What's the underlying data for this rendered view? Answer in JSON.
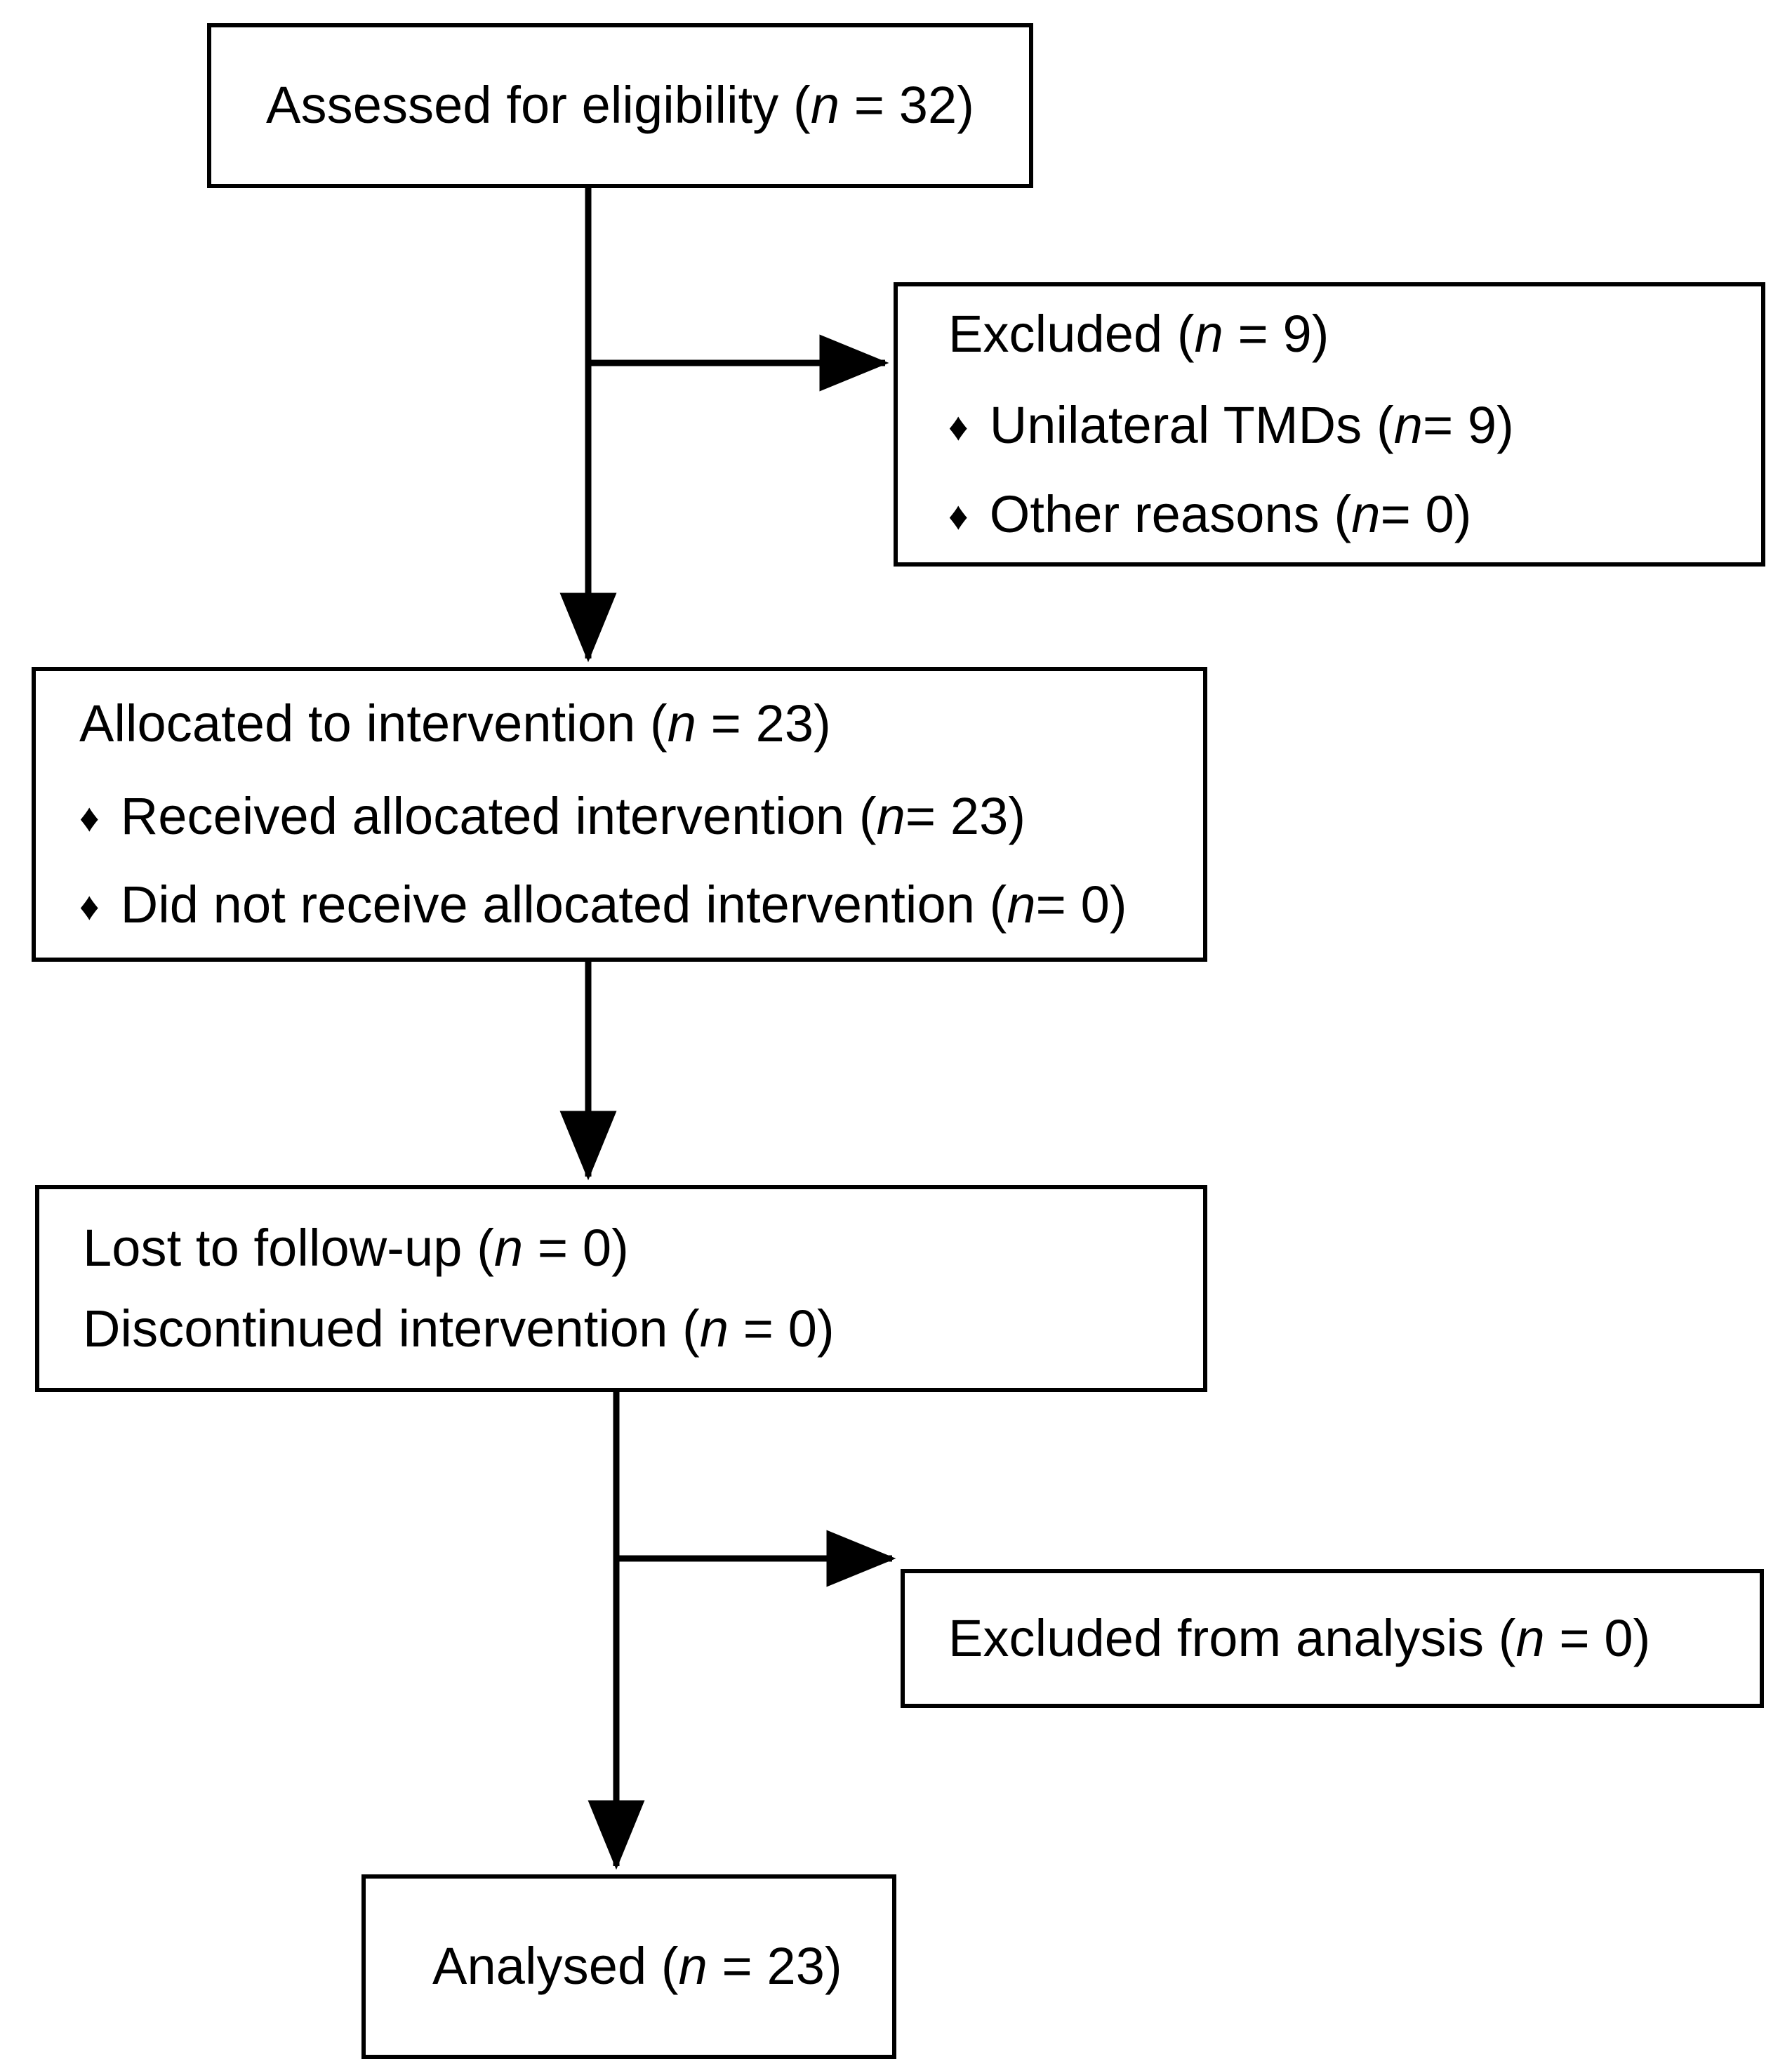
{
  "diagram": {
    "type": "consort-flow-diagram",
    "title": "CONSORT participant flow",
    "stroke_color": "#000000",
    "background_color": "#ffffff",
    "bullet_glyph": "♦",
    "nodes": {
      "assessed": {
        "head": "Assessed for eligibility (",
        "head_italic": "n",
        "head_tail": " = 32)",
        "full_text": "Assessed for eligibility (n = 32)"
      },
      "excluded": {
        "head": "Excluded  (",
        "head_italic": "n",
        "head_tail": " = 9)",
        "full_text": "Excluded  (n = 9)",
        "bullets": [
          {
            "text": "Unilateral TMDs (",
            "italic": "n",
            "tail": " = 9)",
            "full_text": "Unilateral TMDs (n = 9)"
          },
          {
            "text": "Other reasons (",
            "italic": "n",
            "tail": " = 0)",
            "full_text": "Other reasons (n = 0)"
          }
        ]
      },
      "allocated": {
        "head": "Allocated to intervention (",
        "head_italic": "n",
        "head_tail": " = 23)",
        "full_text": "Allocated to intervention (n = 23)",
        "bullets": [
          {
            "text": "Received allocated intervention (",
            "italic": "n",
            "tail": " = 23)",
            "full_text": "Received allocated intervention (n = 23)"
          },
          {
            "text": "Did not receive allocated intervention (",
            "italic": "n",
            "tail": " = 0)",
            "full_text": "Did not receive allocated intervention (n = 0)"
          }
        ]
      },
      "followup": {
        "lines": [
          {
            "text": "Lost to follow-up (",
            "italic": "n",
            "tail": " = 0)",
            "full_text": "Lost to follow-up (n = 0)"
          },
          {
            "text": "Discontinued intervention (",
            "italic": "n",
            "tail": " = 0)",
            "full_text": "Discontinued intervention (n = 0)"
          }
        ]
      },
      "excluded_from_analysis": {
        "head": "Excluded from analysis  (",
        "head_italic": "n",
        "head_tail": " = 0)",
        "full_text": "Excluded from analysis  (n = 0)"
      },
      "analysed": {
        "head": "Analysed (",
        "head_italic": "n",
        "head_tail": " = 23)",
        "full_text": "Analysed (n = 23)"
      }
    },
    "counts": {
      "assessed_for_eligibility": 32,
      "excluded_total": 9,
      "excluded_unilateral_tmds": 9,
      "excluded_other_reasons": 0,
      "allocated_to_intervention": 23,
      "received_allocated_intervention": 23,
      "did_not_receive_allocated_intervention": 0,
      "lost_to_follow_up": 0,
      "discontinued_intervention": 0,
      "excluded_from_analysis": 0,
      "analysed": 23
    }
  }
}
